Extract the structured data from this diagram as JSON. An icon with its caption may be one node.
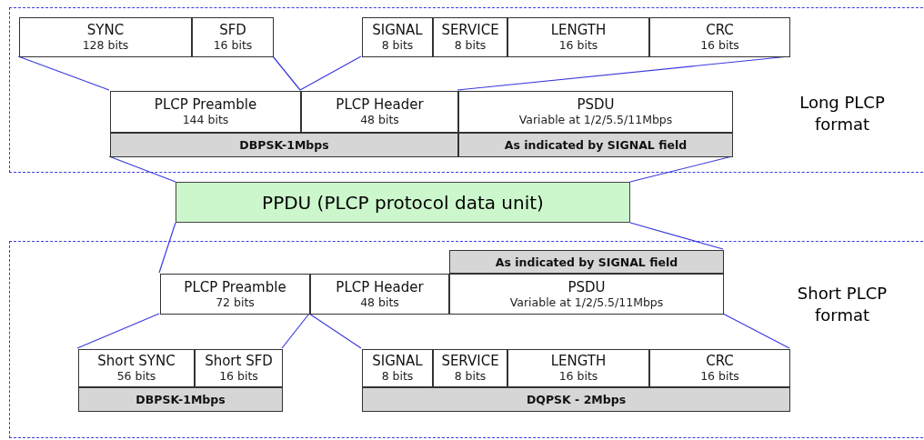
{
  "diagram": {
    "nodes": [
      {
        "text": [
          "Long PLCP format"
        ]
      },
      {
        "text": [
          "SYNC",
          "128 bits"
        ],
        "in": 0
      },
      {
        "text": [
          "SFD",
          "16 bits"
        ],
        "in": 0
      },
      {
        "text": [
          "SIGNAL",
          "8 bits"
        ],
        "in": 0
      },
      {
        "text": [
          "SERVICE",
          "8 bits"
        ],
        "in": 0
      },
      {
        "text": [
          "LENGTH",
          "16 bits"
        ],
        "in": 0
      },
      {
        "text": [
          "CRC",
          "16 bits"
        ],
        "in": 0
      },
      {
        "text": [
          "PLCP Preamble",
          "144 bits"
        ],
        "in": 0
      },
      {
        "text": [
          "PLCP Header",
          "48 bits"
        ],
        "in": 0
      },
      {
        "text": [
          "PSDU",
          "Variable at 1/2/5.5/11Mbps"
        ],
        "in": 0
      },
      {
        "text": [
          "DBPSK-1Mbps"
        ],
        "in": 0
      },
      {
        "text": [
          "As indicated by SIGNAL field"
        ],
        "in": 0
      },
      {
        "text": [
          "PPDU (PLCP protocol data unit)"
        ]
      },
      {
        "text": [
          "Short PLCP format"
        ]
      },
      {
        "text": [
          "As indicated by SIGNAL field"
        ],
        "in": 13
      },
      {
        "text": [
          "PLCP Preamble",
          "72 bits"
        ],
        "in": 13
      },
      {
        "text": [
          "PLCP Header",
          "48 bits"
        ],
        "in": 13
      },
      {
        "text": [
          "PSDU",
          "Variable at 1/2/5.5/11Mbps"
        ],
        "in": 13
      },
      {
        "text": [
          "Short SYNC",
          "56 bits"
        ],
        "in": 13
      },
      {
        "text": [
          "Short SFD",
          "16 bits"
        ],
        "in": 13
      },
      {
        "text": [
          "SIGNAL",
          "8 bits"
        ],
        "in": 13
      },
      {
        "text": [
          "SERVICE",
          "8 bits"
        ],
        "in": 13
      },
      {
        "text": [
          "LENGTH",
          "16 bits"
        ],
        "in": 13
      },
      {
        "text": [
          "CRC",
          "16 bits"
        ],
        "in": 13
      },
      {
        "text": [
          "DBPSK-1Mbps"
        ],
        "in": 13
      },
      {
        "text": [
          "DQPSK - 2Mbps"
        ],
        "in": 13
      }
    ],
    "edges": [
      {
        "from": 1,
        "to": 7,
        "arrow": "none"
      },
      {
        "from": 2,
        "to": 7,
        "arrow": "none"
      },
      {
        "from": 3,
        "to": 8,
        "arrow": "none"
      },
      {
        "from": 6,
        "to": 8,
        "arrow": "none"
      },
      {
        "from": 10,
        "to": 12,
        "arrow": "none"
      },
      {
        "from": 11,
        "to": 12,
        "arrow": "none"
      },
      {
        "from": 12,
        "to": 15,
        "arrow": "none"
      },
      {
        "from": 12,
        "to": 14,
        "arrow": "none"
      },
      {
        "from": 15,
        "to": 18,
        "arrow": "none"
      },
      {
        "from": 16,
        "to": 19,
        "arrow": "none"
      },
      {
        "from": 16,
        "to": 20,
        "arrow": "none"
      },
      {
        "from": 17,
        "to": 23,
        "arrow": "none"
      }
    ]
  }
}
